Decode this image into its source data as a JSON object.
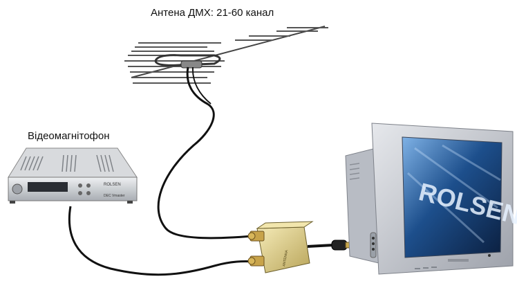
{
  "labels": {
    "antenna": "Антена ДМХ: 21-60 канал",
    "vcr": "Відеомагнітофон"
  },
  "vcr_panel": {
    "brand": "ROLSEN",
    "model": "DEC Vmaster"
  },
  "tv_screen": {
    "text": "ROLSEN"
  },
  "splitter": {
    "text": "ANTENNA"
  },
  "icons": [
    "antenna-icon",
    "vcr-icon",
    "tv-icon",
    "splitter-icon",
    "rf-plug-icon"
  ],
  "colors": {
    "cable": "#111111",
    "tv_body": "#c9ccd3",
    "screen": "#1d4f8c",
    "vcr_body": "#d4d6da",
    "splitter": "#e8d89a"
  }
}
